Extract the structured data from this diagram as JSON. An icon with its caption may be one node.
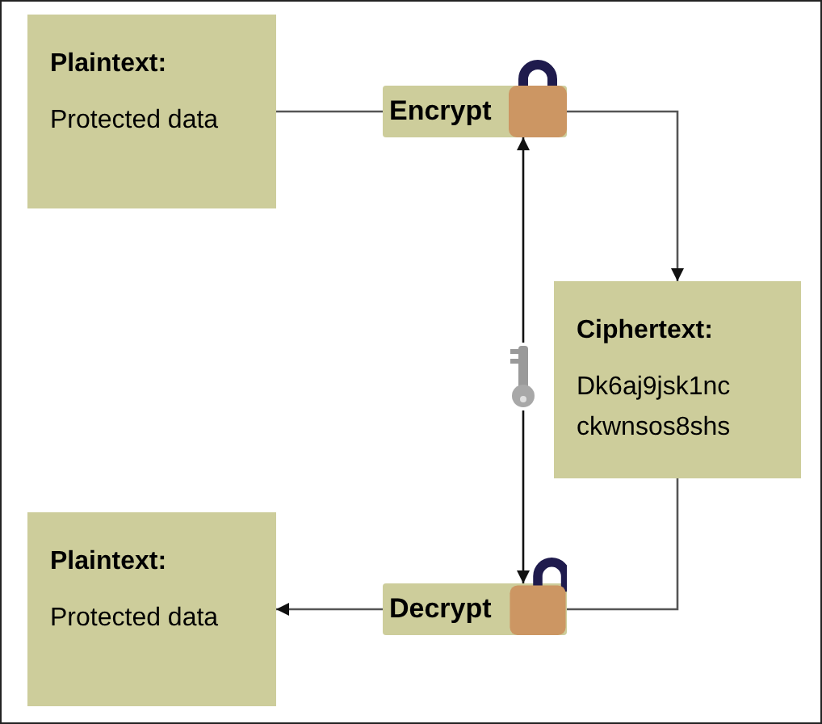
{
  "diagram": {
    "nodes": [
      {
        "text": [
          "Plaintext:",
          "Protected data"
        ]
      },
      {
        "text": [
          "Encrypt"
        ]
      },
      {
        "text": [
          "Ciphertext:",
          "Dk6aj9jsk1nc ckwnsos8shs"
        ]
      },
      {
        "text": [],
        "shape": "picture"
      },
      {
        "text": [
          "Plaintext:",
          "Protected data"
        ]
      },
      {
        "text": [
          "Decrypt"
        ]
      }
    ],
    "edges": [
      {
        "from": 0,
        "to": 1,
        "arrow": "none"
      },
      {
        "from": 1,
        "to": 2,
        "arrow": "to"
      },
      {
        "from": 2,
        "to": 5,
        "arrow": "none"
      },
      {
        "from": 5,
        "to": 4,
        "arrow": "to"
      },
      {
        "from": 3,
        "to": 1,
        "arrow": "to"
      },
      {
        "from": 3,
        "to": 5,
        "arrow": "to"
      }
    ]
  }
}
